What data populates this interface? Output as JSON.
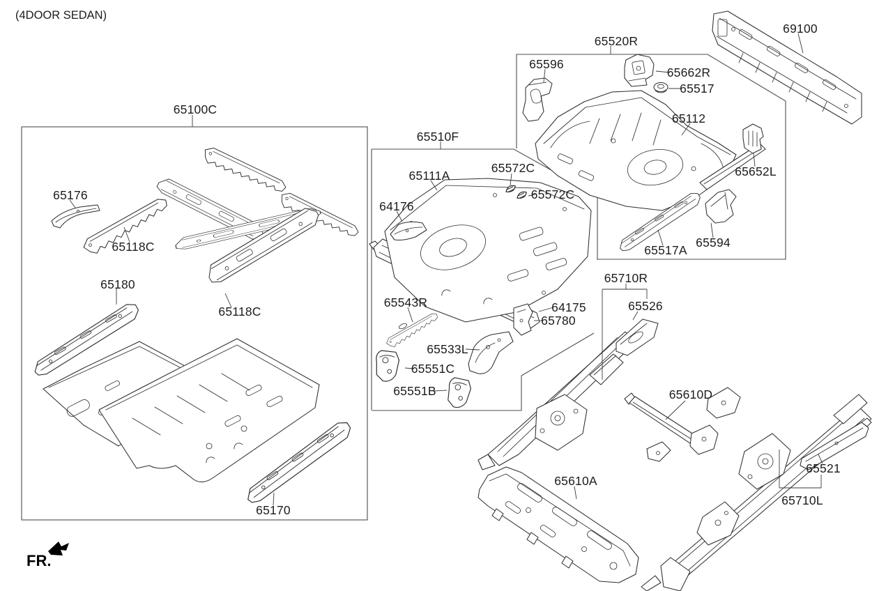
{
  "page": {
    "variant_title": "(4DOOR SEDAN)",
    "direction_label": "FR."
  },
  "colors": {
    "ink": "#2e2e2e",
    "frame": "#4d4d4d",
    "background": "#ffffff"
  },
  "groups": {
    "front_floor": {
      "code": "65100C",
      "parts": {
        "ext_front_floor_side": "65176",
        "sill_inner_a": "65118C",
        "rocker_inner": "65180",
        "sill_inner_b": "65118C",
        "sill_front": "65170"
      }
    },
    "rear_floor_front": {
      "code": "65510F",
      "parts": {
        "panel_rear_floor_front": "65111A",
        "clip_a": "65572C",
        "clip_b": "65572C",
        "ext_panel": "64176",
        "bracket_r": "65543R",
        "crossmember_rear": "64175",
        "panel_side": "65780",
        "bracket_l": "65533L",
        "bracket_c": "65551C",
        "bracket_b": "65551B"
      }
    },
    "rear_floor_rear": {
      "code": "65520R",
      "parts": {
        "bracket_front": "65596",
        "bracket_mtg_r": "65662R",
        "plug": "65517",
        "panel_rear_floor_rear": "65112",
        "bracket_mtg_l": "65652L",
        "crossmember_sill": "65517A",
        "bracket_rear": "65594"
      }
    },
    "back_panel": {
      "code": "69100"
    },
    "side_members": {
      "code_right": "65710R",
      "code_left": "65710L",
      "parts": {
        "panel_rear": "65526",
        "ext_crossmember": "65610D",
        "crossmember_rear_floor": "65610A",
        "reinf_rear": "65521"
      }
    }
  }
}
